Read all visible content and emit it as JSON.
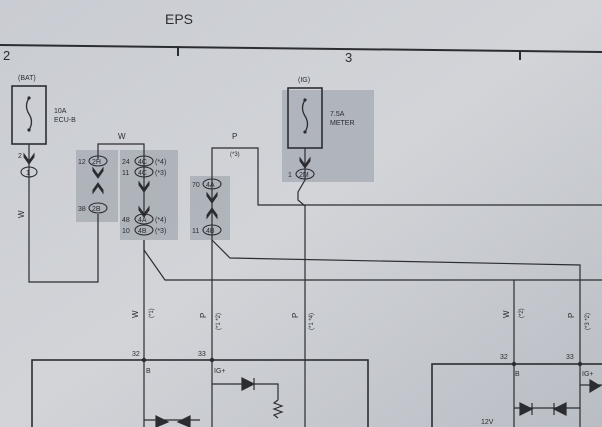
{
  "header": {
    "title": "EPS",
    "col_left": "2",
    "col_mid": "3"
  },
  "fuses": {
    "bat": {
      "source": "(BAT)",
      "rating": "10A",
      "name": "ECU-B"
    },
    "ig": {
      "source": "(IG)",
      "rating": "7.5A",
      "name": "METER"
    }
  },
  "connectors": {
    "c1": {
      "pin": "2",
      "id": "1"
    },
    "c2h": {
      "pin": "12",
      "id": "2H"
    },
    "c2b": {
      "pin": "38",
      "id": "2B"
    },
    "c4c_a": {
      "pin": "24",
      "id": "4C",
      "note": "(*4)"
    },
    "c4c_b": {
      "pin": "11",
      "id": "4C",
      "note": "(*3)"
    },
    "c4a_a": {
      "pin": "48",
      "id": "4A",
      "note": "(*4)"
    },
    "c4b_a": {
      "pin": "10",
      "id": "4B",
      "note": "(*3)"
    },
    "c4a_b": {
      "pin": "70",
      "id": "4A"
    },
    "c4b_b": {
      "pin": "11",
      "id": "4B"
    },
    "c2m": {
      "pin": "1",
      "id": "2M"
    }
  },
  "wires": {
    "w_top": "W",
    "w_left": "W",
    "p_top": "P",
    "p_note": "(*3)",
    "w_mid": "W",
    "w_mid_note": "(*1)",
    "p_mid": "P",
    "p_mid_note": "(*1 *2)",
    "p_ig": "P",
    "p_ig_note": "(*1 *4)",
    "w_right": "W",
    "w_right_note": "(*2)",
    "p_right": "P",
    "p_right_note": "(*3 *2)"
  },
  "ecu": {
    "pin_b_left": "32",
    "pin_ig_left": "33",
    "label_b_left": "B",
    "label_ig_left": "IG+",
    "pin_b_right": "32",
    "pin_ig_right": "33",
    "label_b_right": "B",
    "label_ig_right": "IG+",
    "label_12v": "12V"
  }
}
